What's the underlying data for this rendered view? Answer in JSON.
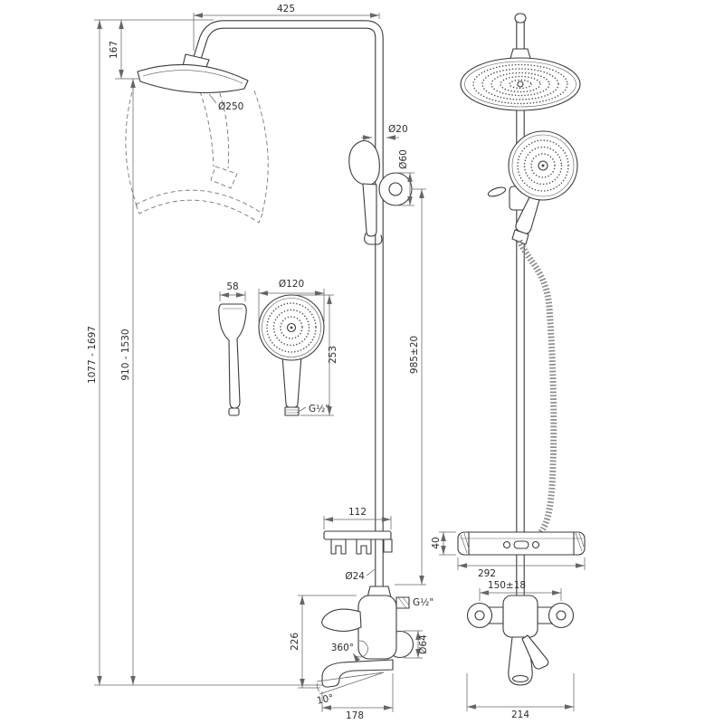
{
  "left_view": {
    "reach": "425",
    "head_drop": "167",
    "head_diameter": "Ø250",
    "pipe_diameter": "Ø20",
    "bracket_diameter": "Ø60",
    "hand_width": "58",
    "hand_face_diameter": "Ø120",
    "hand_length": "253",
    "hand_thread": "G½\"",
    "total_height": "1077 - 1697",
    "head_height": "910 - 1530",
    "riser_height": "985±20",
    "shelf_depth": "112",
    "riser_diameter": "Ø24",
    "body_height": "226",
    "swivel_angle": "360°",
    "spout_angle": "10°",
    "spout_reach": "178",
    "outlet_thread": "G½\"",
    "escutcheon_diameter": "Ø64"
  },
  "front_view": {
    "shelf_width": "292",
    "shelf_thickness": "40",
    "inlet_spacing": "150±18",
    "base_width": "214"
  }
}
